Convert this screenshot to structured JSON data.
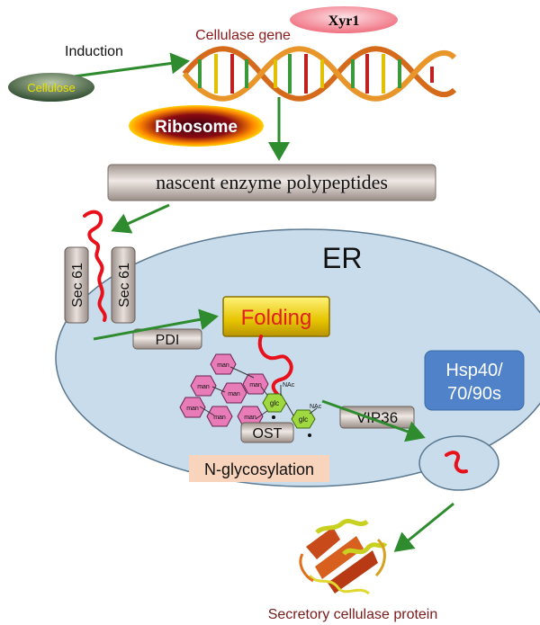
{
  "labels": {
    "xyr1": "Xyr1",
    "cellulase_gene": "Cellulase gene",
    "induction": "Induction",
    "cellulose": "Cellulose",
    "ribosome": "Ribosome",
    "nascent": "nascent enzyme polypeptides",
    "er": "ER",
    "sec61_a": "Sec 61",
    "sec61_b": "Sec 61",
    "folding": "Folding",
    "pdi": "PDI",
    "hsp_line1": "Hsp40/",
    "hsp_line2": "70/90s",
    "vip36": "VIP36",
    "ost": "OST",
    "n_glycosylation": "N-glycosylation",
    "secretory": "Secretory cellulase protein",
    "man": "man",
    "glc": "glc",
    "nac": "NAc"
  },
  "colors": {
    "er_fill": "#c9dcec",
    "arrow": "#2e8b2e",
    "chain": "#e8101a",
    "hsp_box": "#4f82c8",
    "folding_box": "#e0c800",
    "gray_box": "#b8aca6"
  }
}
